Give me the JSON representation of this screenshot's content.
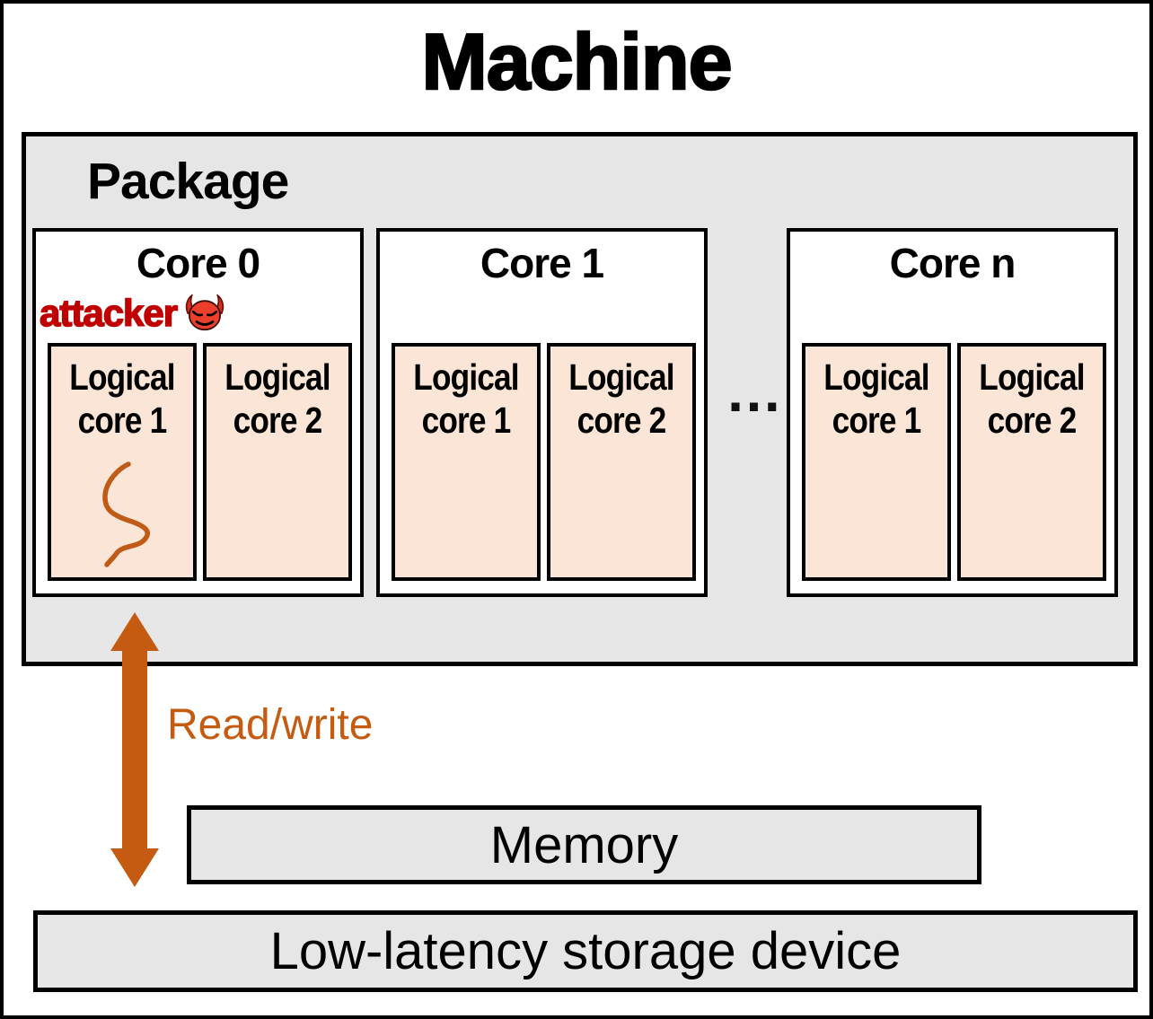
{
  "title": "Machine",
  "package": {
    "label": "Package",
    "ellipsis": "…",
    "cores": [
      {
        "label": "Core 0",
        "attacker_label": "attacker",
        "logical": [
          "Logical core 1",
          "Logical core 2"
        ]
      },
      {
        "label": "Core 1",
        "logical": [
          "Logical core 1",
          "Logical core 2"
        ]
      },
      {
        "label": "Core n",
        "logical": [
          "Logical core 1",
          "Logical core 2"
        ]
      }
    ]
  },
  "connection": {
    "label": "Read/write"
  },
  "memory": {
    "label": "Memory"
  },
  "storage": {
    "label": "Low-latency storage device"
  },
  "icons": {
    "attacker": "devil-face-icon",
    "connection": "double-headed-arrow-icon",
    "process_mark": "squiggle-mark-icon"
  },
  "colors": {
    "box_gray": "#e7e6e6",
    "logical_core_peach": "#fbe5d6",
    "arrow_orange": "#c55a11",
    "attacker_red": "#c00000",
    "squiggle_sienna": "#bf5b16",
    "border_black": "#000000"
  }
}
